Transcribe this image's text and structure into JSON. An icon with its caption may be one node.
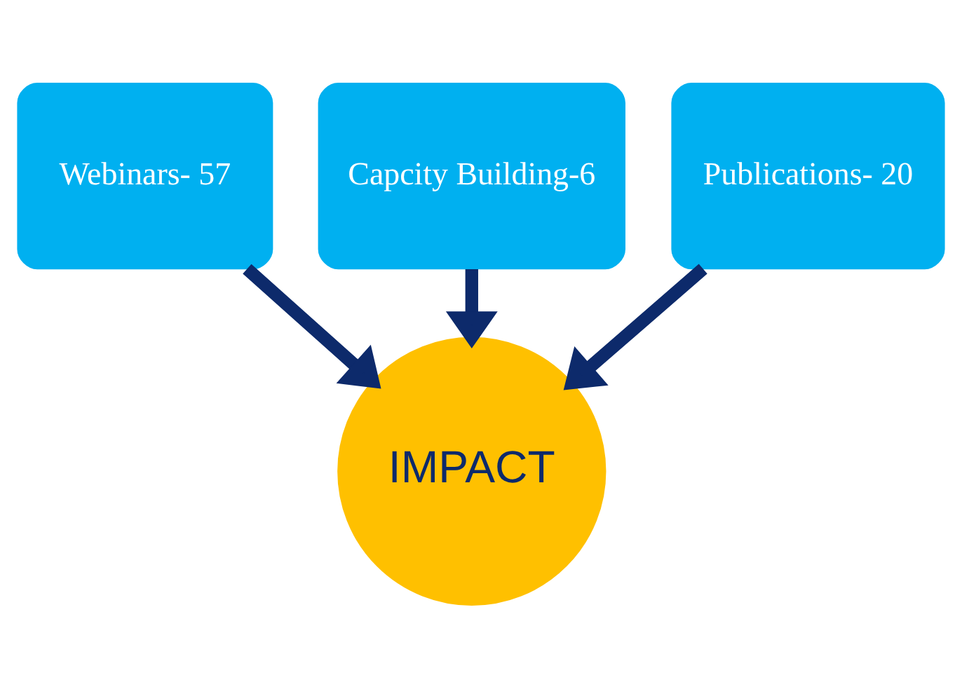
{
  "diagram": {
    "nodes": [
      {
        "text": [
          "Webinars- 57"
        ]
      },
      {
        "text": [
          "Capcity Building-6"
        ]
      },
      {
        "text": [
          "Publications- 20"
        ]
      },
      {
        "text": [
          "IMPACT"
        ]
      }
    ],
    "edges": [
      {
        "from": 0,
        "to": 3,
        "arrow": "to"
      },
      {
        "from": 1,
        "to": 3,
        "arrow": "to"
      },
      {
        "from": 2,
        "to": 3,
        "arrow": "to"
      }
    ]
  }
}
